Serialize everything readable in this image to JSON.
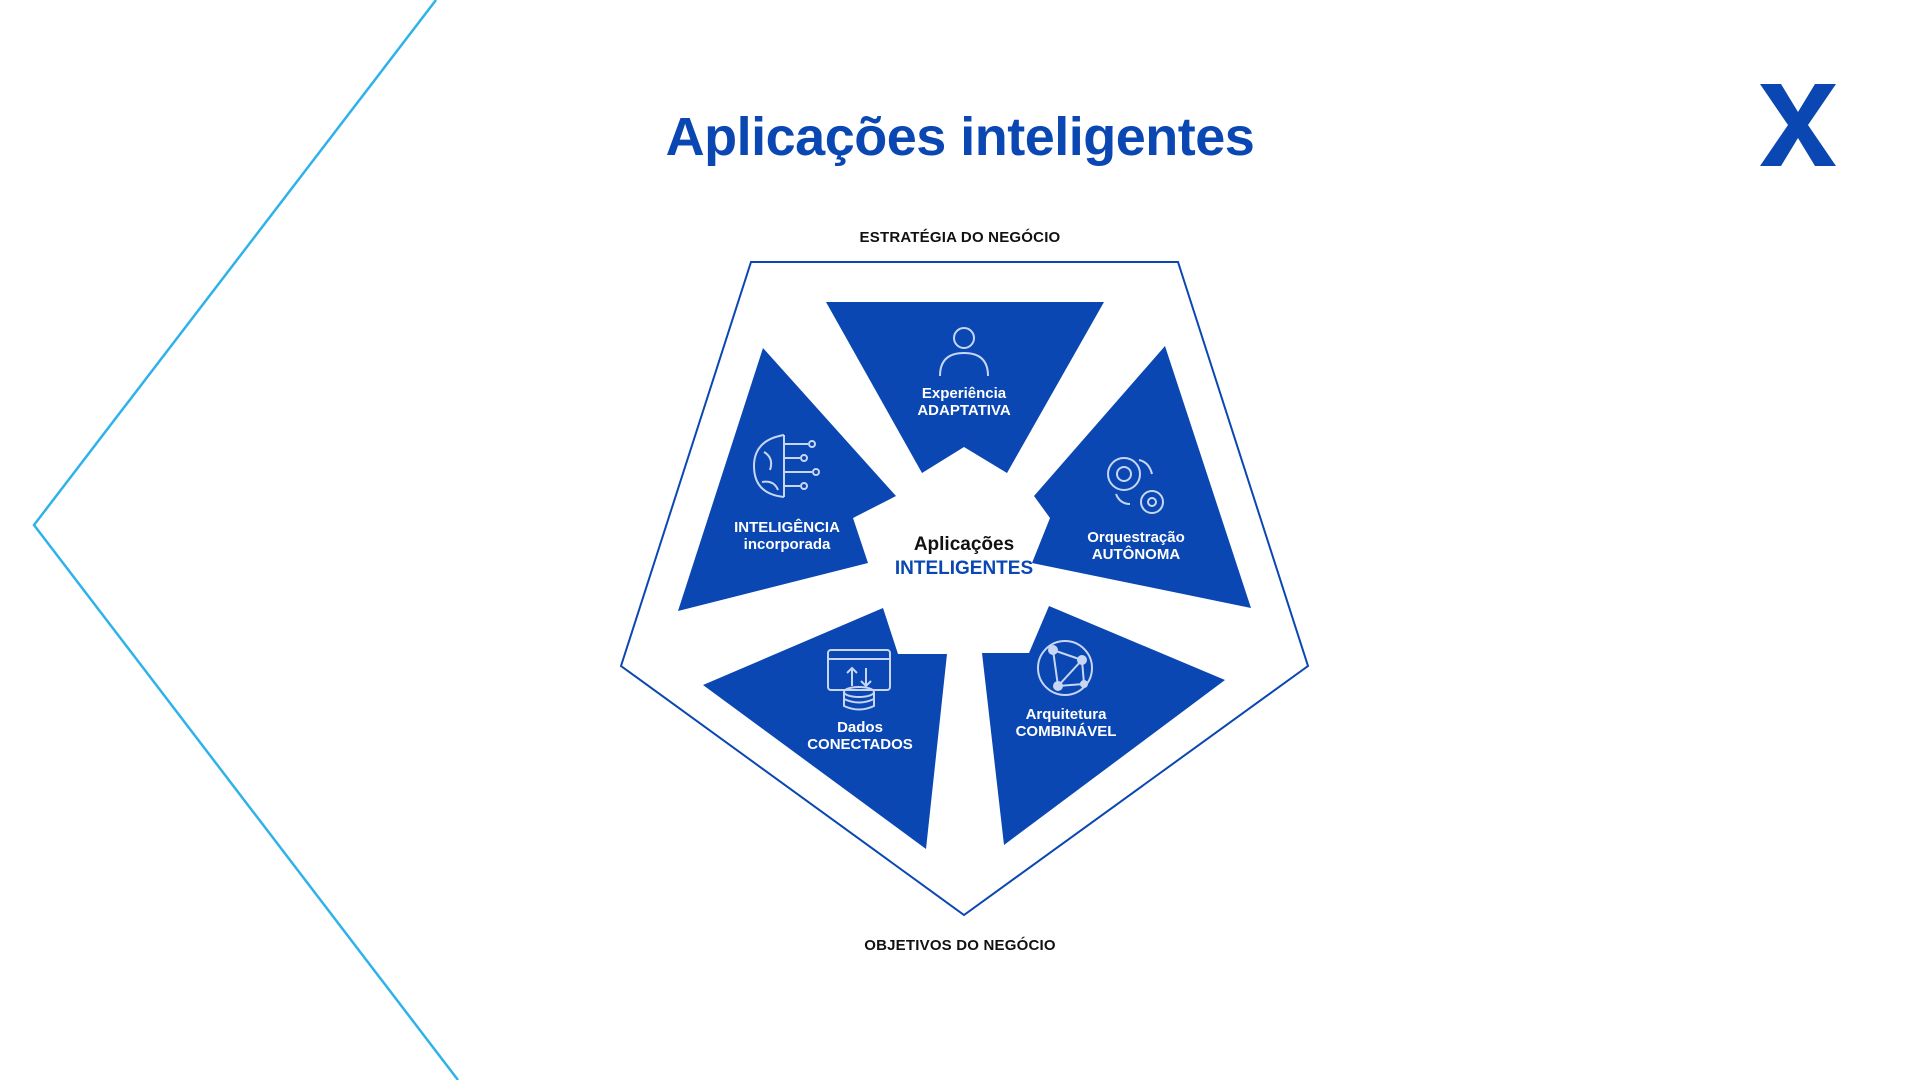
{
  "colors": {
    "brand_blue": "#0a47b3",
    "light_blue_line": "#2fb2ea",
    "text_dark": "#111111",
    "background": "#ffffff"
  },
  "header": {
    "title": "Aplicações inteligentes"
  },
  "logo": {
    "letter": "X",
    "icon": "x-logo-icon"
  },
  "diagram": {
    "top_label": "ESTRATÉGIA DO NEGÓCIO",
    "bottom_label": "OBJETIVOS DO NEGÓCIO",
    "center": {
      "line1": "Aplicações",
      "line2": "INTELIGENTES"
    },
    "segments": [
      {
        "id": "experiencia",
        "line1": "Experiência",
        "line2": "ADAPTATIVA",
        "icon": "person-icon"
      },
      {
        "id": "orquestracao",
        "line1": "Orquestração",
        "line2": "AUTÔNOMA",
        "icon": "gears-icon"
      },
      {
        "id": "arquitetura",
        "line1": "Arquitetura",
        "line2": "COMBINÁVEL",
        "icon": "network-globe-icon"
      },
      {
        "id": "dados",
        "line1": "Dados",
        "line2": "CONECTADOS",
        "icon": "database-transfer-icon"
      },
      {
        "id": "inteligencia",
        "line1": "INTELIGÊNCIA",
        "line2": "incorporada",
        "icon": "brain-circuit-icon"
      }
    ]
  }
}
